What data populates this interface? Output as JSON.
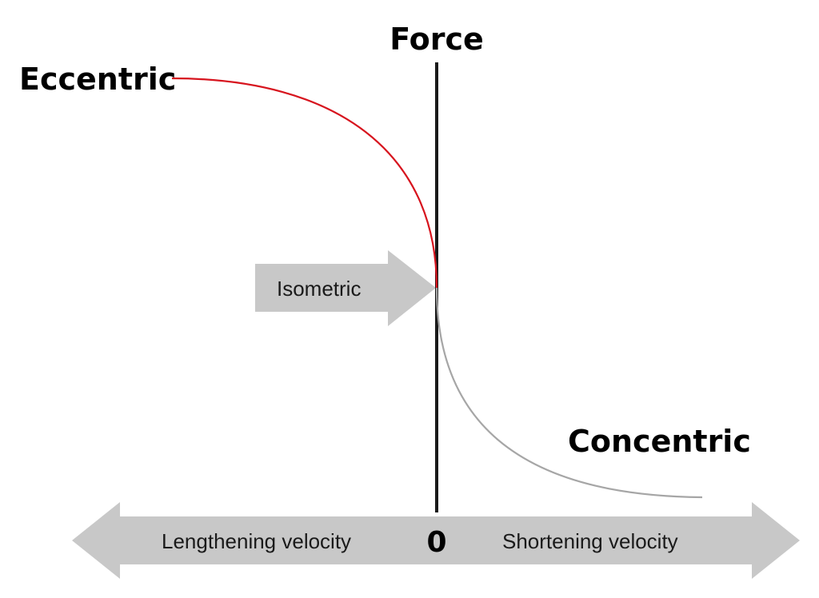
{
  "labels": {
    "force": "Force",
    "eccentric": "Eccentric",
    "concentric": "Concentric",
    "isometric": "Isometric",
    "lengthening": "Lengthening velocity",
    "zero": "0",
    "shortening": "Shortening velocity"
  },
  "colors": {
    "eccentric_curve": "#d7141e",
    "concentric_curve": "#a6a6a6",
    "arrow_fill": "#c8c8c8",
    "axis_line": "#1a1a1a"
  }
}
